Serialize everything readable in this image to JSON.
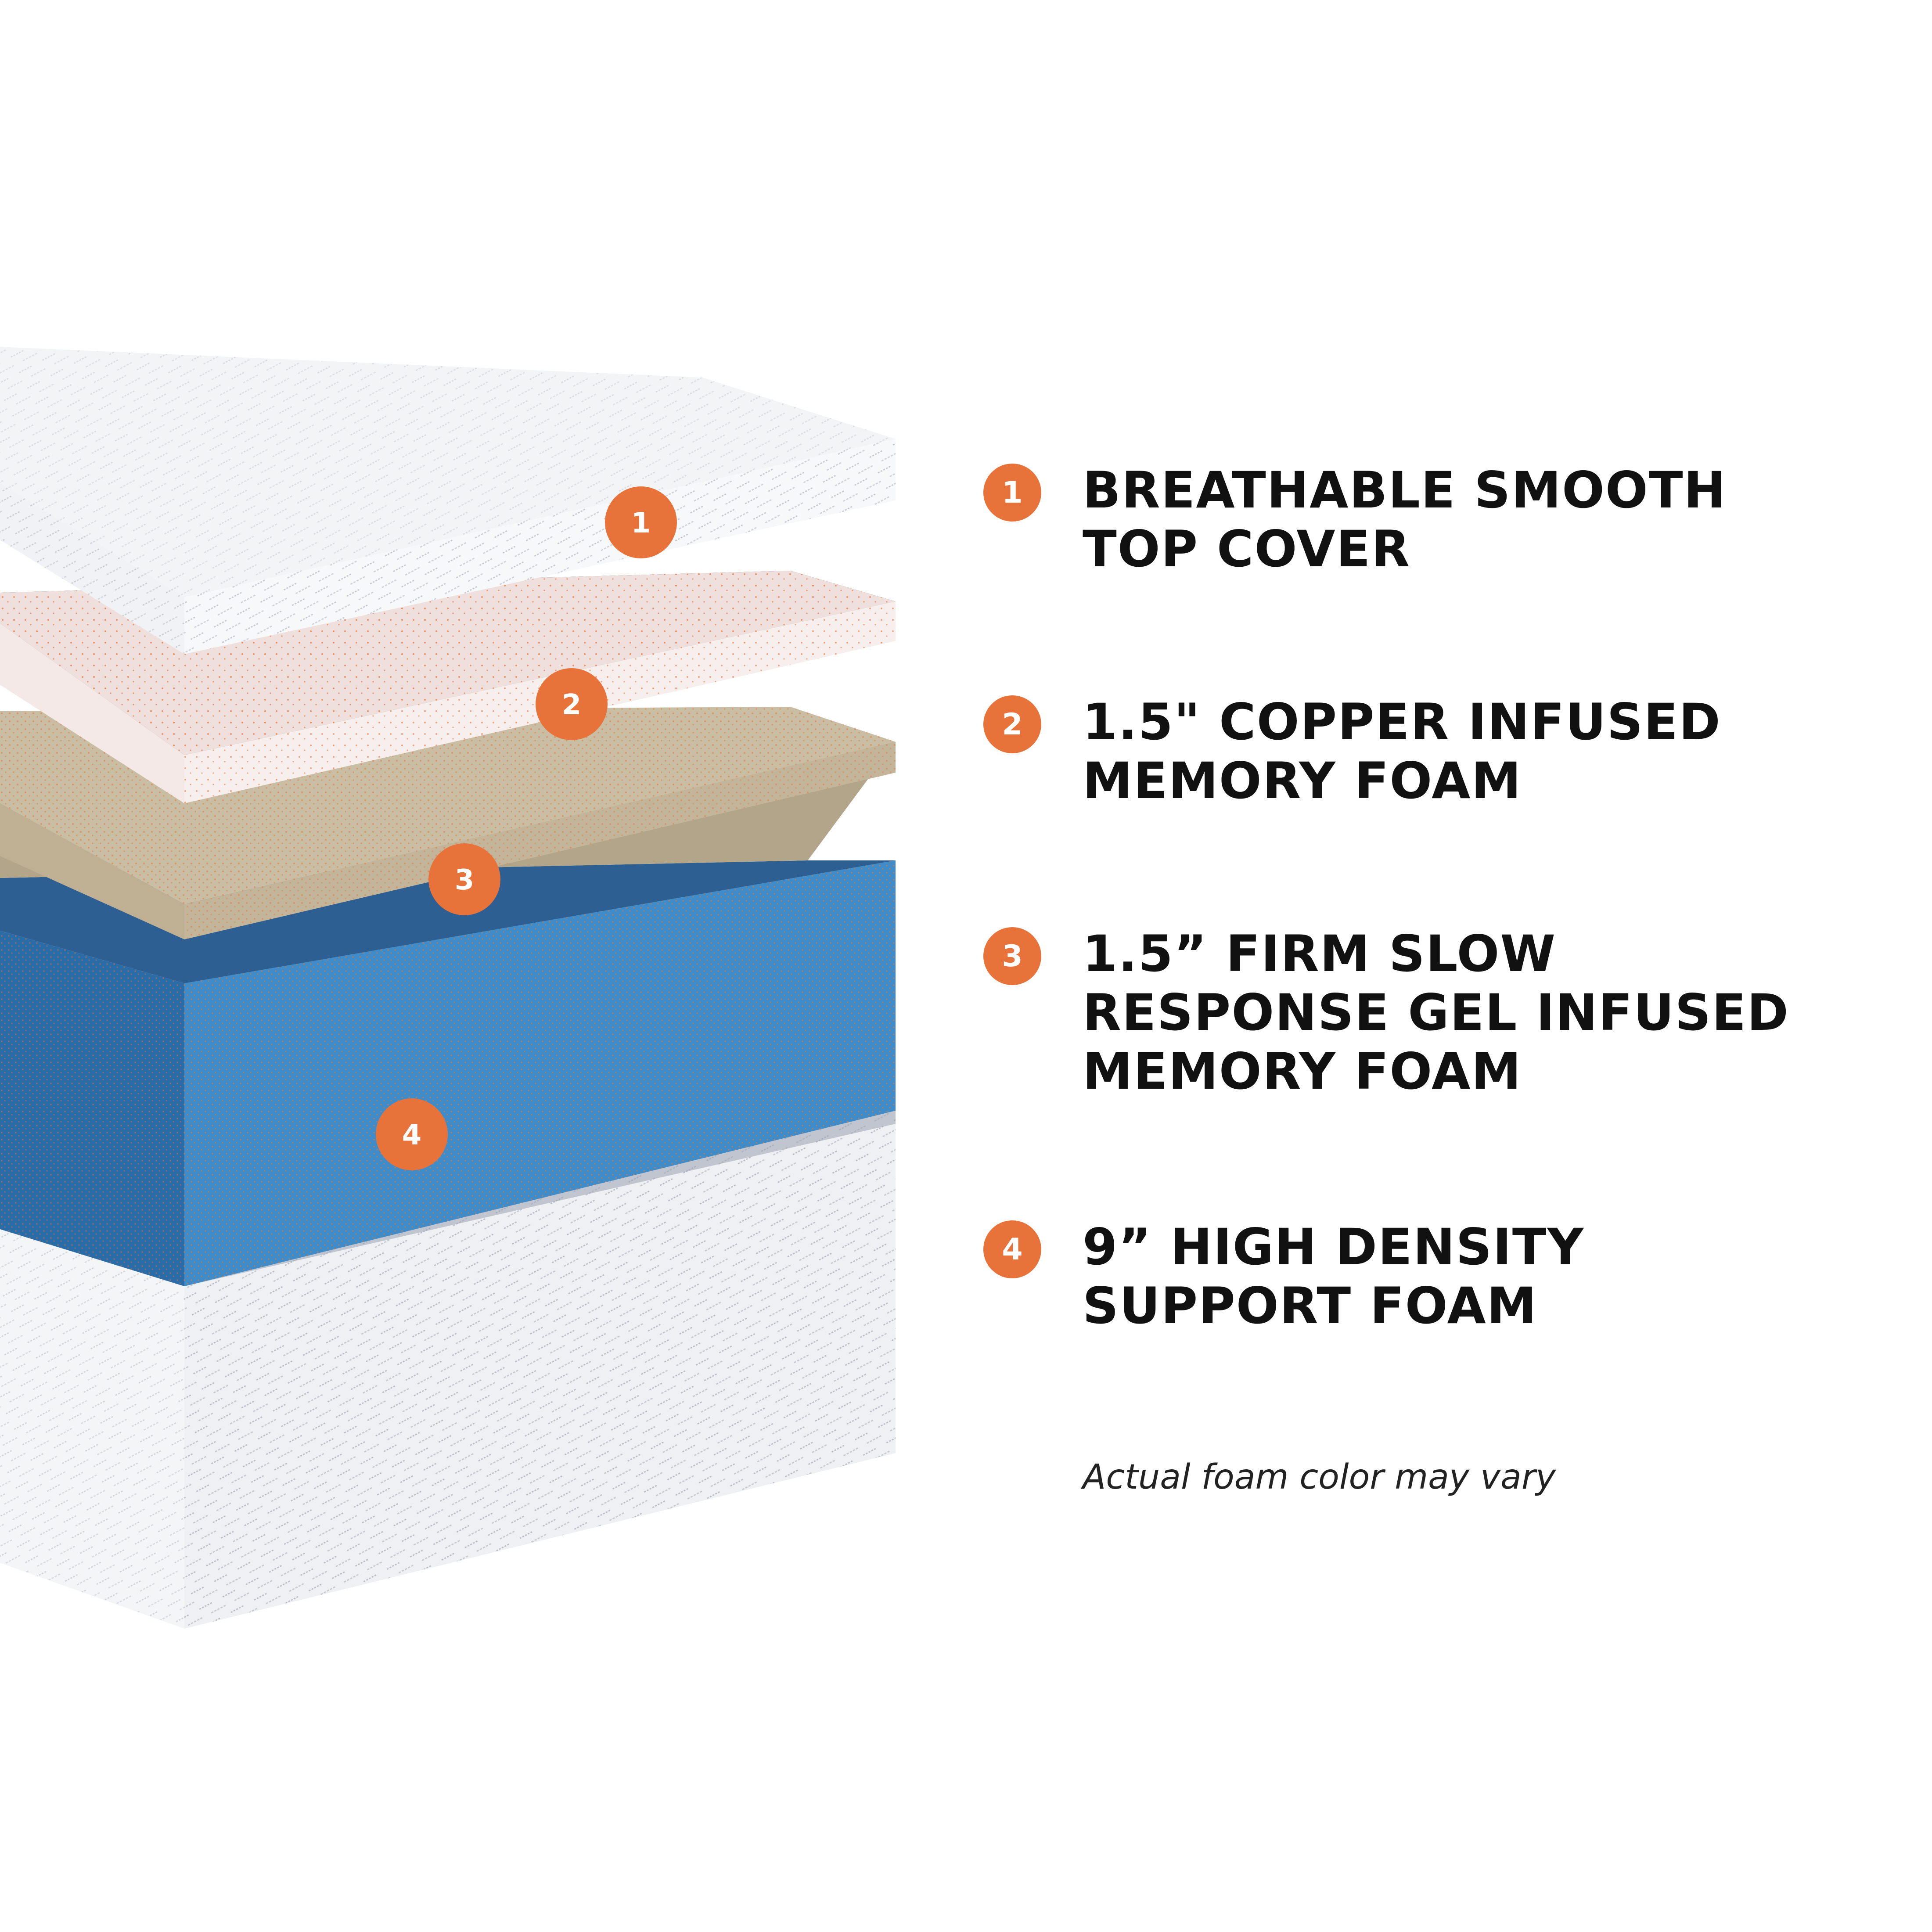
{
  "accent_color": "#E8733A",
  "layers": [
    {
      "number": "1",
      "label_lines": [
        "BREATHABLE SMOOTH",
        "TOP COVER"
      ],
      "color": "#ECEEF2"
    },
    {
      "number": "2",
      "label_lines": [
        "1.5\" COPPER INFUSED",
        "MEMORY FOAM"
      ],
      "color": "#EEDEDC"
    },
    {
      "number": "3",
      "label_lines": [
        "1.5” FIRM SLOW",
        "RESPONSE GEL INFUSED",
        "MEMORY FOAM"
      ],
      "color": "#C9BDA3"
    },
    {
      "number": "4",
      "label_lines": [
        "9” HIGH DENSITY",
        "SUPPORT FOAM"
      ],
      "color": "#3F8CC8"
    }
  ],
  "footnote": "Actual foam color may vary"
}
